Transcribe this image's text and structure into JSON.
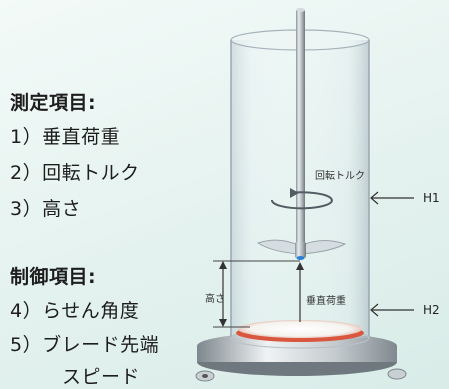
{
  "measurement": {
    "heading": "測定項目:",
    "items": [
      "1）垂直荷重",
      "2）回転トルク",
      "3）高さ"
    ]
  },
  "control": {
    "heading": "制御項目:",
    "items": [
      "4）らせん角度",
      "5）ブレード先端",
      "スピード"
    ]
  },
  "diagram": {
    "torque_label": "回転トルク",
    "height_label": "高さ",
    "load_label": "垂直荷重",
    "h1_label": "H1",
    "h2_label": "H2"
  }
}
